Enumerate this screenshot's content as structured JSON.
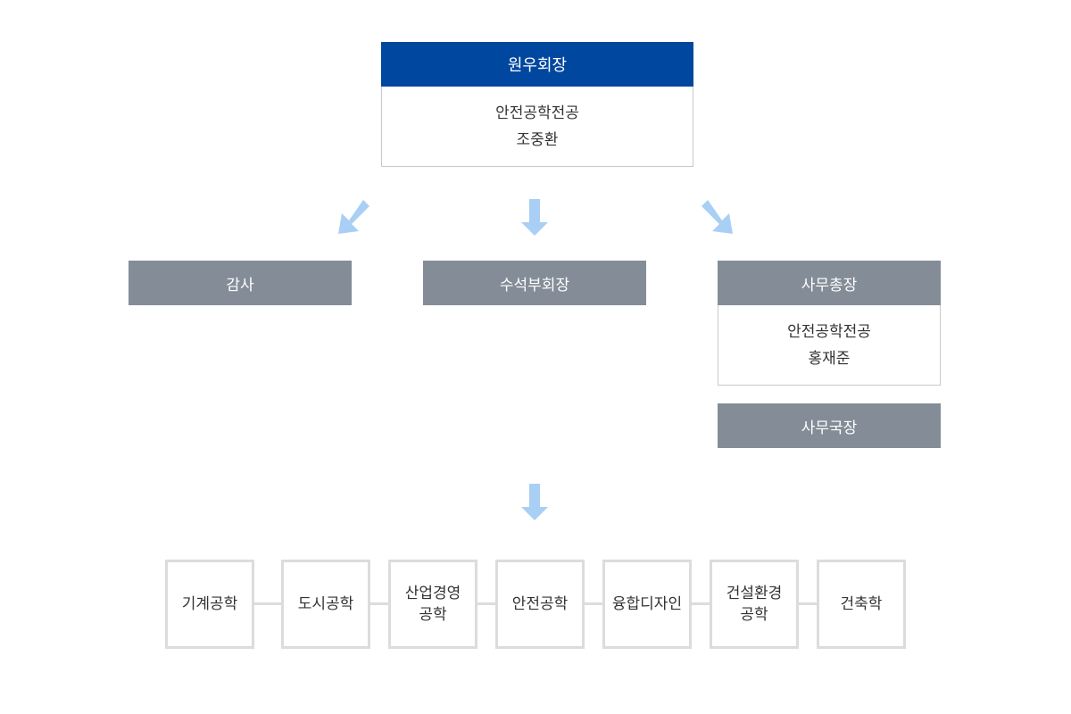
{
  "president": {
    "title": "원우회장",
    "department": "안전공학전공",
    "name": "조중환"
  },
  "auditor": {
    "title": "감사"
  },
  "vice_president": {
    "title": "수석부회장"
  },
  "secretary_general": {
    "title": "사무총장",
    "department": "안전공학전공",
    "name": "홍재준"
  },
  "office_director": {
    "title": "사무국장"
  },
  "departments": [
    {
      "line1": "기계공학",
      "line2": ""
    },
    {
      "line1": "도시공학",
      "line2": ""
    },
    {
      "line1": "산업경영",
      "line2": "공학"
    },
    {
      "line1": "안전공학",
      "line2": ""
    },
    {
      "line1": "융합디자인",
      "line2": ""
    },
    {
      "line1": "건설환경",
      "line2": "공학"
    },
    {
      "line1": "건축학",
      "line2": ""
    }
  ],
  "colors": {
    "primary_blue": "#0047a0",
    "header_gray": "#848d97",
    "arrow_blue": "#a9cff5",
    "dept_border": "#dcdcdc"
  }
}
